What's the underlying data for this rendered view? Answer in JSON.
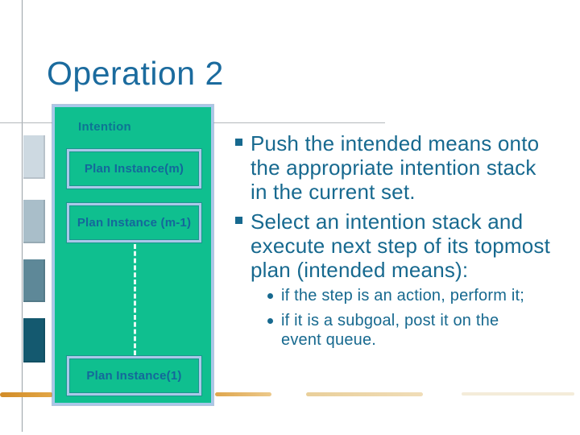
{
  "slide_title": "Operation 2",
  "diagram": {
    "title": "Intention",
    "plan_instances": [
      {
        "label": "Plan Instance(m)"
      },
      {
        "label": "Plan Instance (m-1)"
      },
      {
        "label": "Plan Instance(1)"
      }
    ]
  },
  "bullets": [
    {
      "text": "Push the intended means onto\nthe appropriate intention stack\nin the current set."
    },
    {
      "text": "Select an intention stack and\nexecute next step of its topmost\nplan (intended means):"
    }
  ],
  "sub_bullets": [
    {
      "text": "if the step is an action, perform it;"
    },
    {
      "text": "if it is a subgoal, post it on the\nevent queue."
    }
  ],
  "colors": {
    "title_text": "#1b6b9e",
    "body_text": "#17698f",
    "diagram_fill": "#0fbf8f",
    "diagram_border": "#a9c8e9",
    "diagram_label_text": "#14679b",
    "accent_orange": "#dd9a35",
    "guide_line": "#9aa2a8",
    "left_squares": [
      "#cdd9e1",
      "#a9bec9",
      "#5e8898",
      "#14596f"
    ]
  }
}
